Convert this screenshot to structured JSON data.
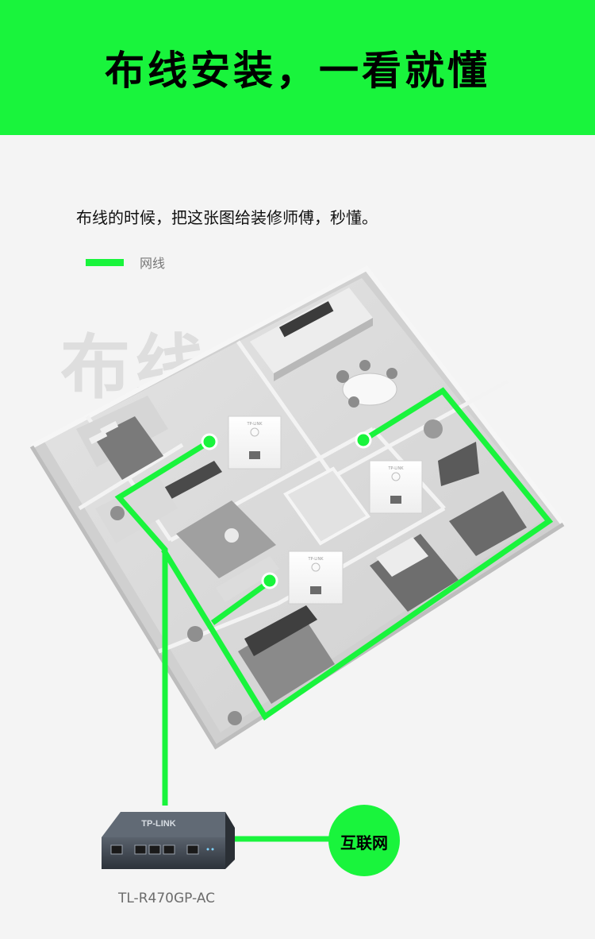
{
  "header": {
    "title": "布线安装，一看就懂"
  },
  "intro": {
    "text": "布线的时候，把这张图给装修师傅，秒懂。"
  },
  "legend": {
    "label": "网线",
    "color": "#19f43c"
  },
  "watermark": {
    "text": "布线"
  },
  "panels": {
    "brand": "TP-LINK"
  },
  "router": {
    "brand": "TP-LINK",
    "model": "TL-R470GP-AC"
  },
  "internet": {
    "label": "互联网"
  },
  "colors": {
    "accent": "#19f43c",
    "background": "#f4f4f4"
  }
}
